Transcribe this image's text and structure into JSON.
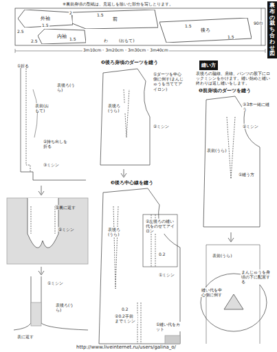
{
  "diagram": {
    "nodes": [
      {
        "text": [
          "裏布の裁ち合わせ図"
        ]
      },
      {
        "text": [
          "外袖"
        ]
      },
      {
        "text": [
          "内袖"
        ]
      },
      {
        "text": [
          "前"
        ]
      },
      {
        "text": [
          "後ろ"
        ]
      },
      {
        "text": [
          "縫い方"
        ]
      }
    ],
    "labels": [
      "※裏前身頃の型紙は、見返しを除いた部分を写しとります。",
      "2.5",
      "1.5",
      "2",
      "1.5",
      "2.5",
      "1.5",
      "1.5",
      "1.5",
      "わ",
      "(おもて)",
      "90巾",
      "3m10cm・3m20cm・3m30cm・3m40cm",
      "①折る",
      "表前(おもて)",
      "表後ろ(うら)",
      "②持ち出しを折る",
      "③ミシン",
      "①裏に返す",
      "②ミシン",
      "表後ろ(うら)",
      "①ミシン",
      "表に返す",
      "❷後ろ身頃のダーツを縫う",
      "表後ろ(うら)",
      "①ダーツを中心側に倒す(まんじゅうを当ててアイロン)",
      "②ミシン",
      "❸後ろ中心線を縫う",
      "表後ろ(うら)",
      "②左後ろの縫い代をのせてアイロン",
      "0.2",
      "①ミシン",
      "0.2",
      "②0.2手前までミシン",
      "①縫い代をカット",
      "表後ろの脇線、肩線、パンツの股下にロックミシンをかけます。縫い始めと縫い終わりは返し縫いをします。",
      "❶前身頃のダーツを縫う",
      "③3本一緒に縫う",
      "②ミシン",
      "表前(うら)",
      "①縫う方",
      "表前(うら)",
      "縫い代を中心側に倒す",
      "まんじゅうを身頃の下に配置する",
      "http://www.liveinternet.ru/users/galina_o/"
    ]
  }
}
